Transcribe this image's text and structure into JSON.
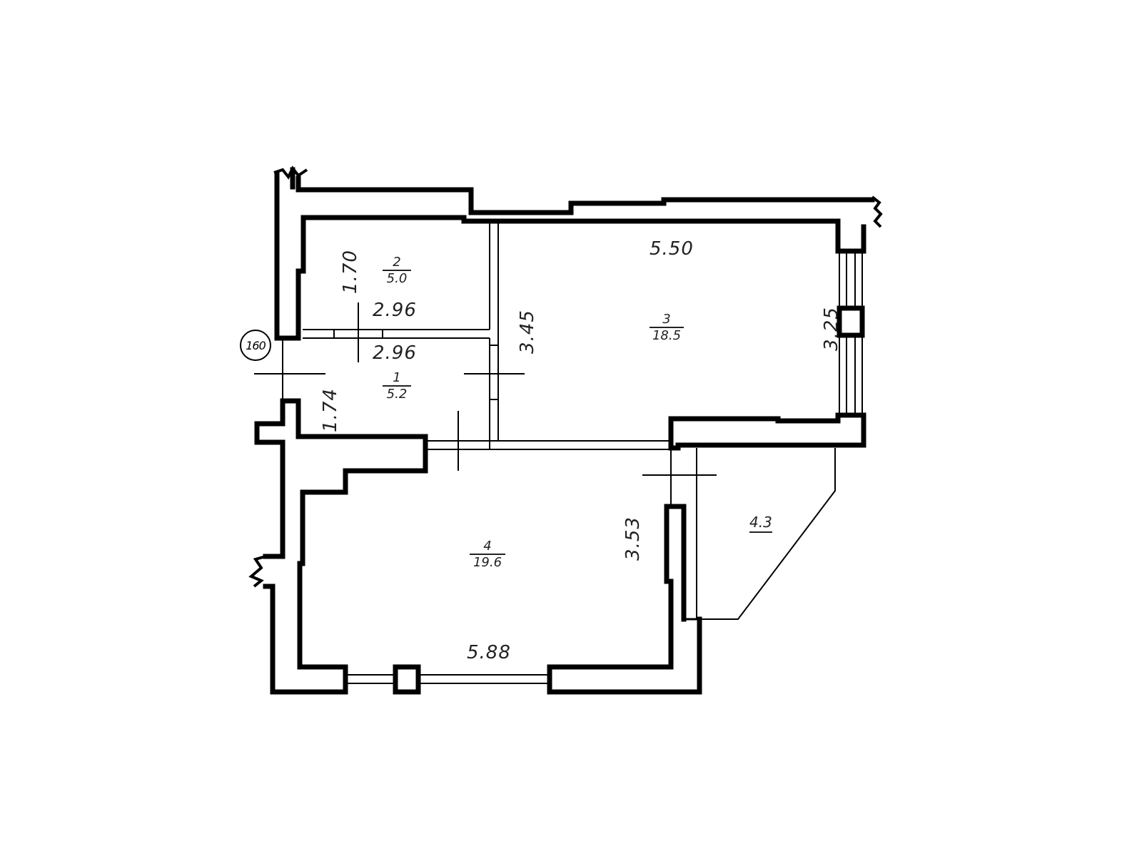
{
  "plan": {
    "axis_marker": "160",
    "rooms": [
      {
        "id": "room-1",
        "number": "1",
        "area": "5.2"
      },
      {
        "id": "room-2",
        "number": "2",
        "area": "5.0"
      },
      {
        "id": "room-3",
        "number": "3",
        "area": "18.5"
      },
      {
        "id": "room-4",
        "number": "4",
        "area": "19.6"
      }
    ],
    "balcony": {
      "area": "4.3"
    },
    "dimensions": {
      "room2_height": "1.70",
      "room2_width": "2.96",
      "room1_width": "2.96",
      "room1_height": "1.74",
      "corridor_wall": "3.45",
      "room3_width": "5.50",
      "room3_height": "3.25",
      "room4_height": "3.53",
      "room4_width": "5.88"
    }
  }
}
